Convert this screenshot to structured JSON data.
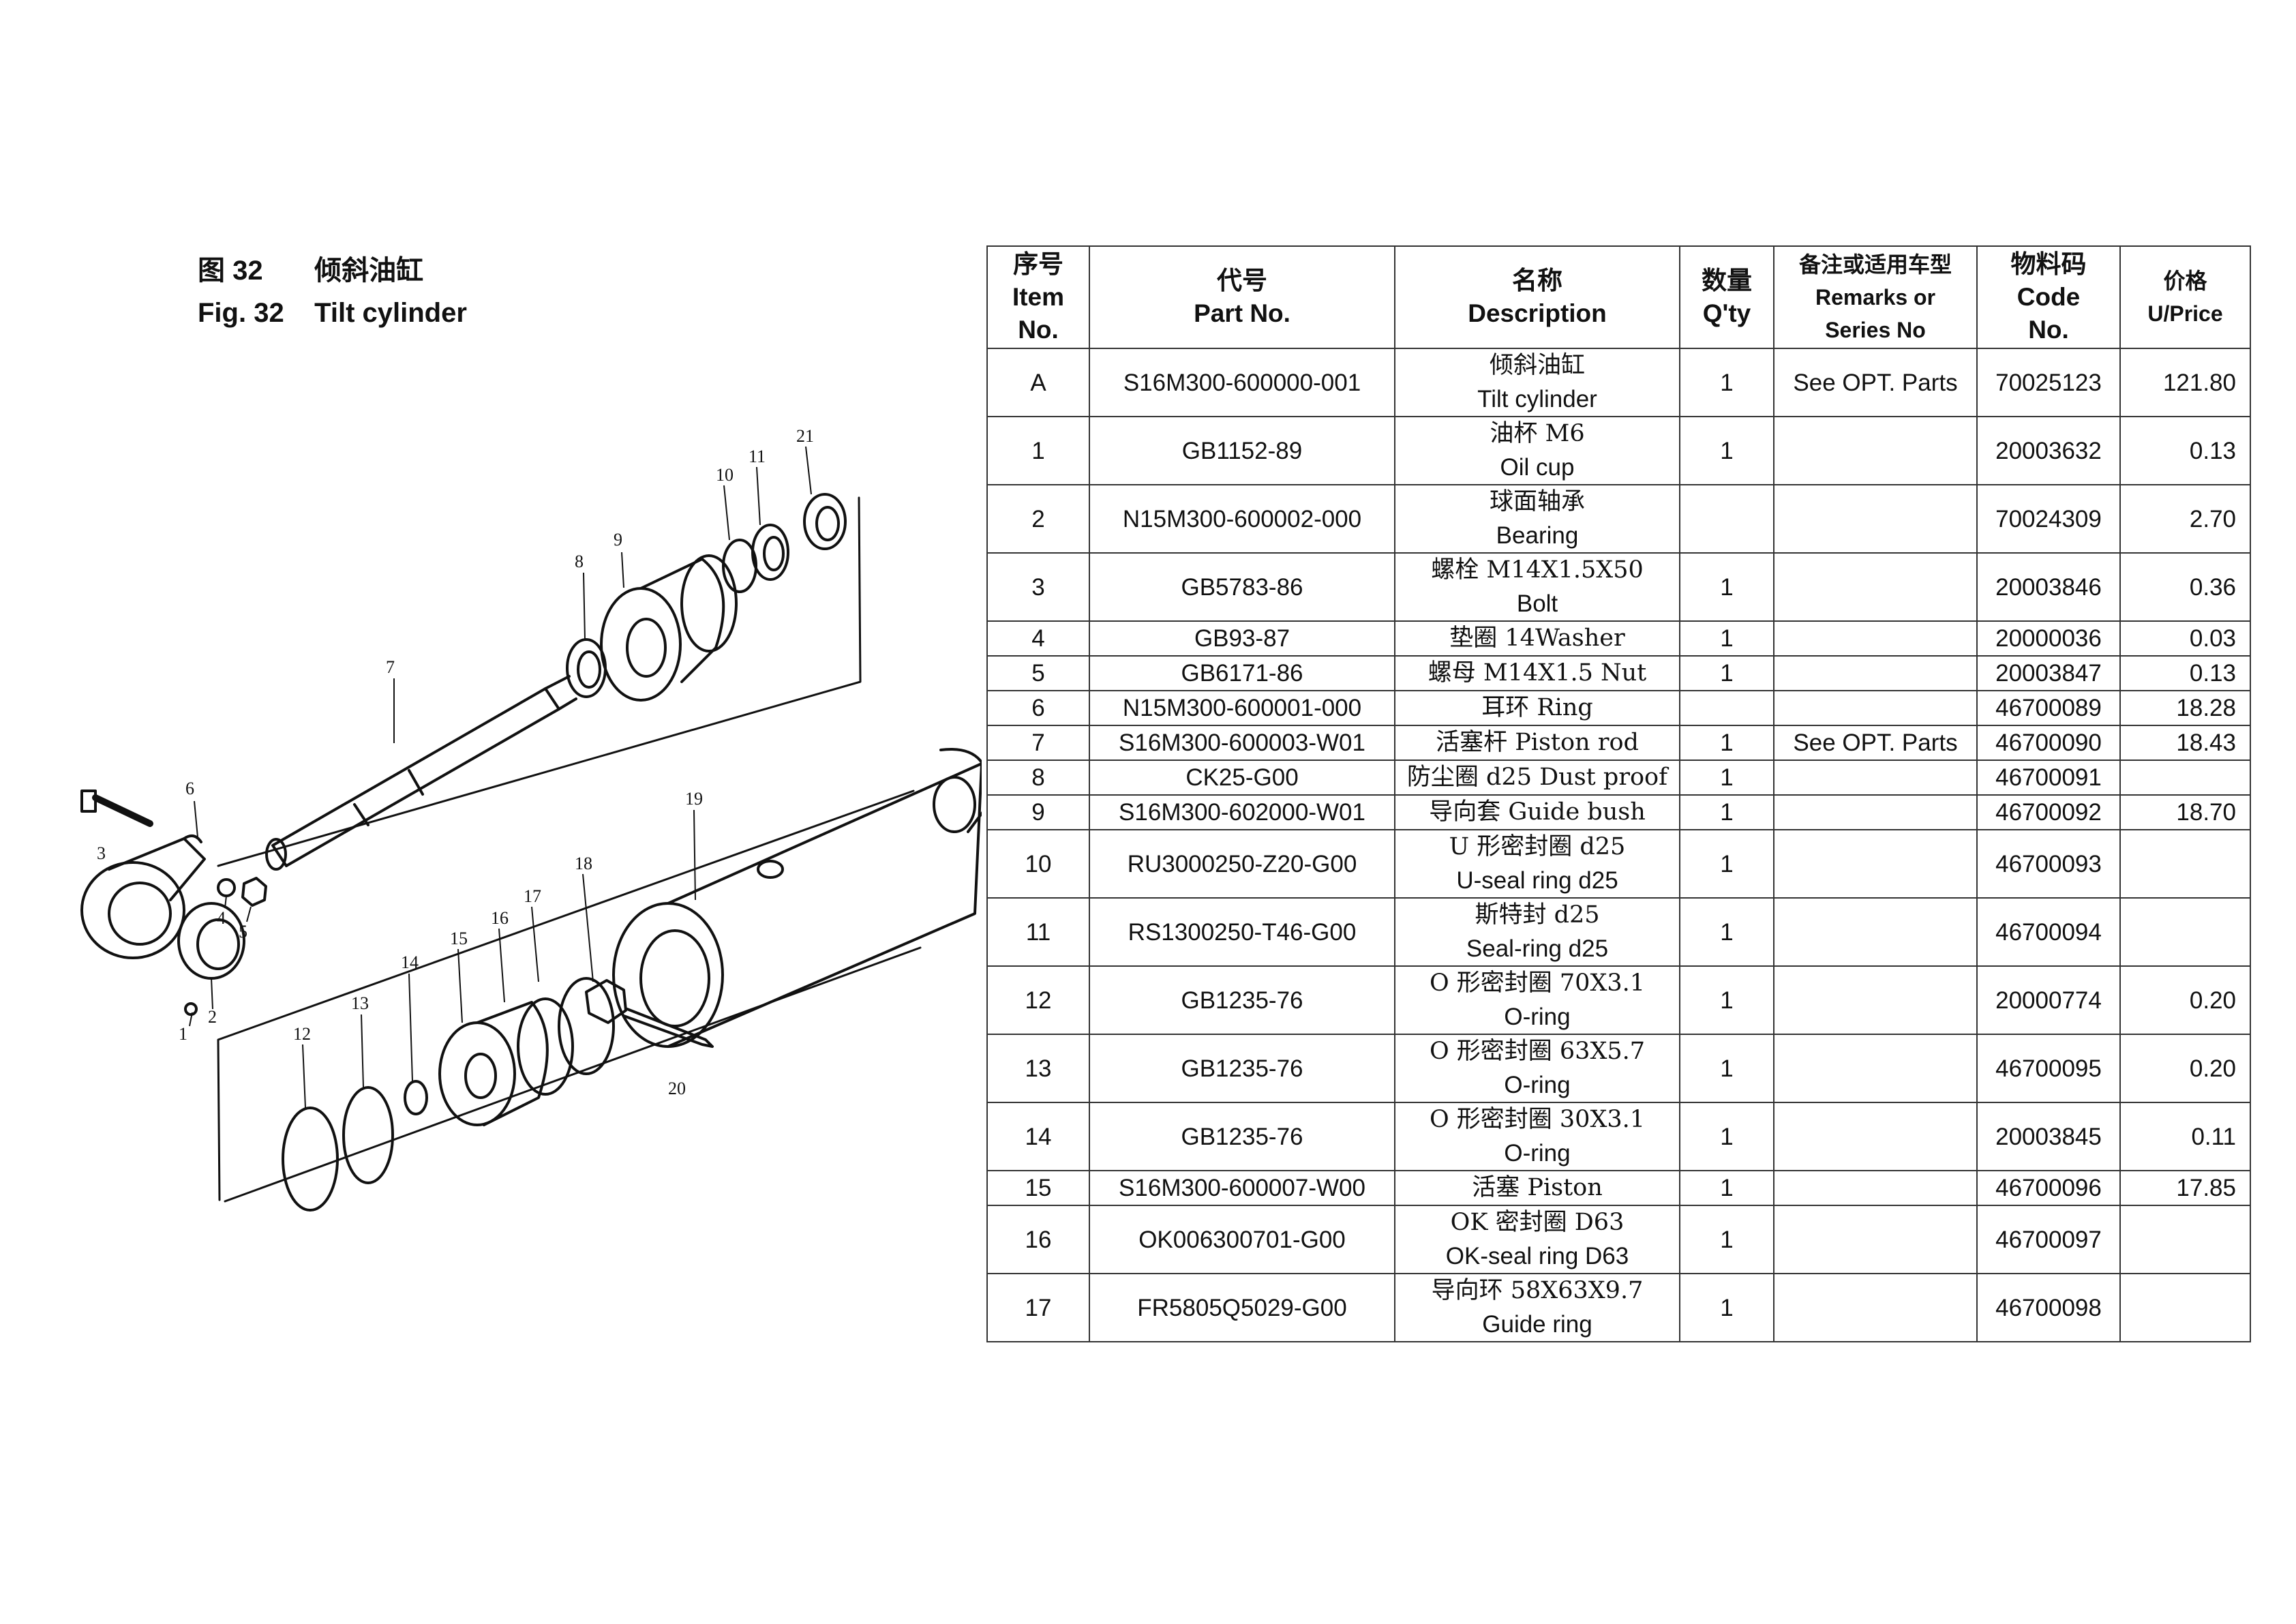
{
  "figure": {
    "title_cn_num": "图 32",
    "title_cn": "倾斜油缸",
    "title_en_num": "Fig. 32",
    "title_en": "Tilt cylinder"
  },
  "diagram": {
    "callouts": [
      "1",
      "2",
      "3",
      "4",
      "5",
      "6",
      "7",
      "8",
      "9",
      "10",
      "11",
      "12",
      "13",
      "14",
      "15",
      "16",
      "17",
      "18",
      "19",
      "20",
      "21"
    ]
  },
  "table": {
    "headers": {
      "item": [
        "序号",
        "Item",
        "No."
      ],
      "part": [
        "代号",
        "Part No."
      ],
      "desc": [
        "名称",
        "Description"
      ],
      "qty": [
        "数量",
        "Q'ty"
      ],
      "remarks": [
        "备注或适用车型",
        "Remarks or",
        "Series No"
      ],
      "code": [
        "物料码",
        "Code",
        "No."
      ],
      "price": [
        "价格",
        "U/Price"
      ]
    },
    "rows": [
      {
        "item": "A",
        "part": "S16M300-600000-001",
        "desc_cn": "倾斜油缸",
        "desc_en": "Tilt cylinder",
        "qty": "1",
        "remarks": "See OPT. Parts",
        "code": "70025123",
        "price": "121.80"
      },
      {
        "item": "1",
        "part": "GB1152-89",
        "desc_cn": "油杯 M6",
        "desc_en": "Oil cup",
        "qty": "1",
        "remarks": "",
        "code": "20003632",
        "price": "0.13"
      },
      {
        "item": "2",
        "part": "N15M300-600002-000",
        "desc_cn": "球面轴承",
        "desc_en": "Bearing",
        "qty": "",
        "remarks": "",
        "code": "70024309",
        "price": "2.70"
      },
      {
        "item": "3",
        "part": "GB5783-86",
        "desc_cn": "螺栓 M14X1.5X50",
        "desc_en": "Bolt",
        "qty": "1",
        "remarks": "",
        "code": "20003846",
        "price": "0.36"
      },
      {
        "item": "4",
        "part": "GB93-87",
        "desc_cn": "垫圈 14Washer",
        "desc_en": "",
        "qty": "1",
        "remarks": "",
        "code": "20000036",
        "price": "0.03"
      },
      {
        "item": "5",
        "part": "GB6171-86",
        "desc_cn": "螺母 M14X1.5 Nut",
        "desc_en": "",
        "qty": "1",
        "remarks": "",
        "code": "20003847",
        "price": "0.13"
      },
      {
        "item": "6",
        "part": "N15M300-600001-000",
        "desc_cn": "耳环 Ring",
        "desc_en": "",
        "qty": "",
        "remarks": "",
        "code": "46700089",
        "price": "18.28"
      },
      {
        "item": "7",
        "part": "S16M300-600003-W01",
        "desc_cn": "活塞杆 Piston rod",
        "desc_en": "",
        "qty": "1",
        "remarks": "See OPT. Parts",
        "code": "46700090",
        "price": "18.43"
      },
      {
        "item": "8",
        "part": "CK25-G00",
        "desc_cn": "防尘圈 d25 Dust proof",
        "desc_en": "",
        "qty": "1",
        "remarks": "",
        "code": "46700091",
        "price": ""
      },
      {
        "item": "9",
        "part": "S16M300-602000-W01",
        "desc_cn": "导向套 Guide bush",
        "desc_en": "",
        "qty": "1",
        "remarks": "",
        "code": "46700092",
        "price": "18.70"
      },
      {
        "item": "10",
        "part": "RU3000250-Z20-G00",
        "desc_cn": "U 形密封圈 d25",
        "desc_en": "U-seal ring d25",
        "qty": "1",
        "remarks": "",
        "code": "46700093",
        "price": ""
      },
      {
        "item": "11",
        "part": "RS1300250-T46-G00",
        "desc_cn": "斯特封 d25",
        "desc_en": "Seal-ring d25",
        "qty": "1",
        "remarks": "",
        "code": "46700094",
        "price": ""
      },
      {
        "item": "12",
        "part": "GB1235-76",
        "desc_cn": "O 形密封圈 70X3.1",
        "desc_en": "O-ring",
        "qty": "1",
        "remarks": "",
        "code": "20000774",
        "price": "0.20"
      },
      {
        "item": "13",
        "part": "GB1235-76",
        "desc_cn": "O 形密封圈 63X5.7",
        "desc_en": "O-ring",
        "qty": "1",
        "remarks": "",
        "code": "46700095",
        "price": "0.20"
      },
      {
        "item": "14",
        "part": "GB1235-76",
        "desc_cn": "O 形密封圈 30X3.1",
        "desc_en": "O-ring",
        "qty": "1",
        "remarks": "",
        "code": "20003845",
        "price": "0.11"
      },
      {
        "item": "15",
        "part": "S16M300-600007-W00",
        "desc_cn": "活塞 Piston",
        "desc_en": "",
        "qty": "1",
        "remarks": "",
        "code": "46700096",
        "price": "17.85"
      },
      {
        "item": "16",
        "part": "OK006300701-G00",
        "desc_cn": "OK 密封圈 D63",
        "desc_en": "OK-seal ring D63",
        "qty": "1",
        "remarks": "",
        "code": "46700097",
        "price": ""
      },
      {
        "item": "17",
        "part": "FR5805Q5029-G00",
        "desc_cn": "导向环 58X63X9.7",
        "desc_en": "Guide ring",
        "qty": "1",
        "remarks": "",
        "code": "46700098",
        "price": ""
      }
    ]
  }
}
